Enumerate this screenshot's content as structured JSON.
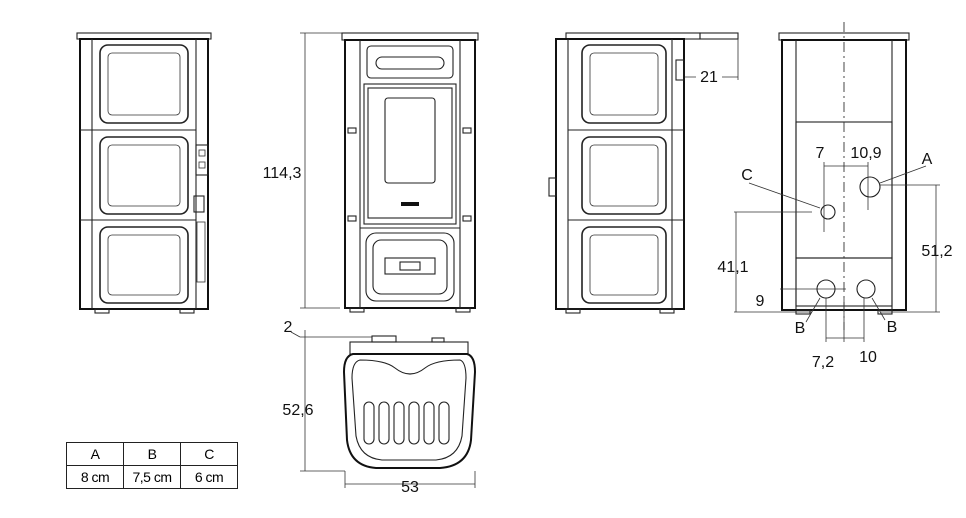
{
  "dimensions": {
    "height_total": "114,3",
    "rear_offset": "2",
    "depth": "52,6",
    "width": "53",
    "side_outlet": "21",
    "dim_7": "7",
    "dim_10_9": "10,9",
    "dim_41_1": "41,1",
    "dim_51_2": "51,2",
    "dim_9": "9",
    "dim_7_2": "7,2",
    "dim_10": "10"
  },
  "connections": {
    "label_a": "A",
    "label_b_left": "B",
    "label_b_right": "B",
    "label_c": "C"
  },
  "table": {
    "headers": [
      "A",
      "B",
      "C"
    ],
    "values": [
      "8 cm",
      "7,5 cm",
      "6 cm"
    ]
  }
}
